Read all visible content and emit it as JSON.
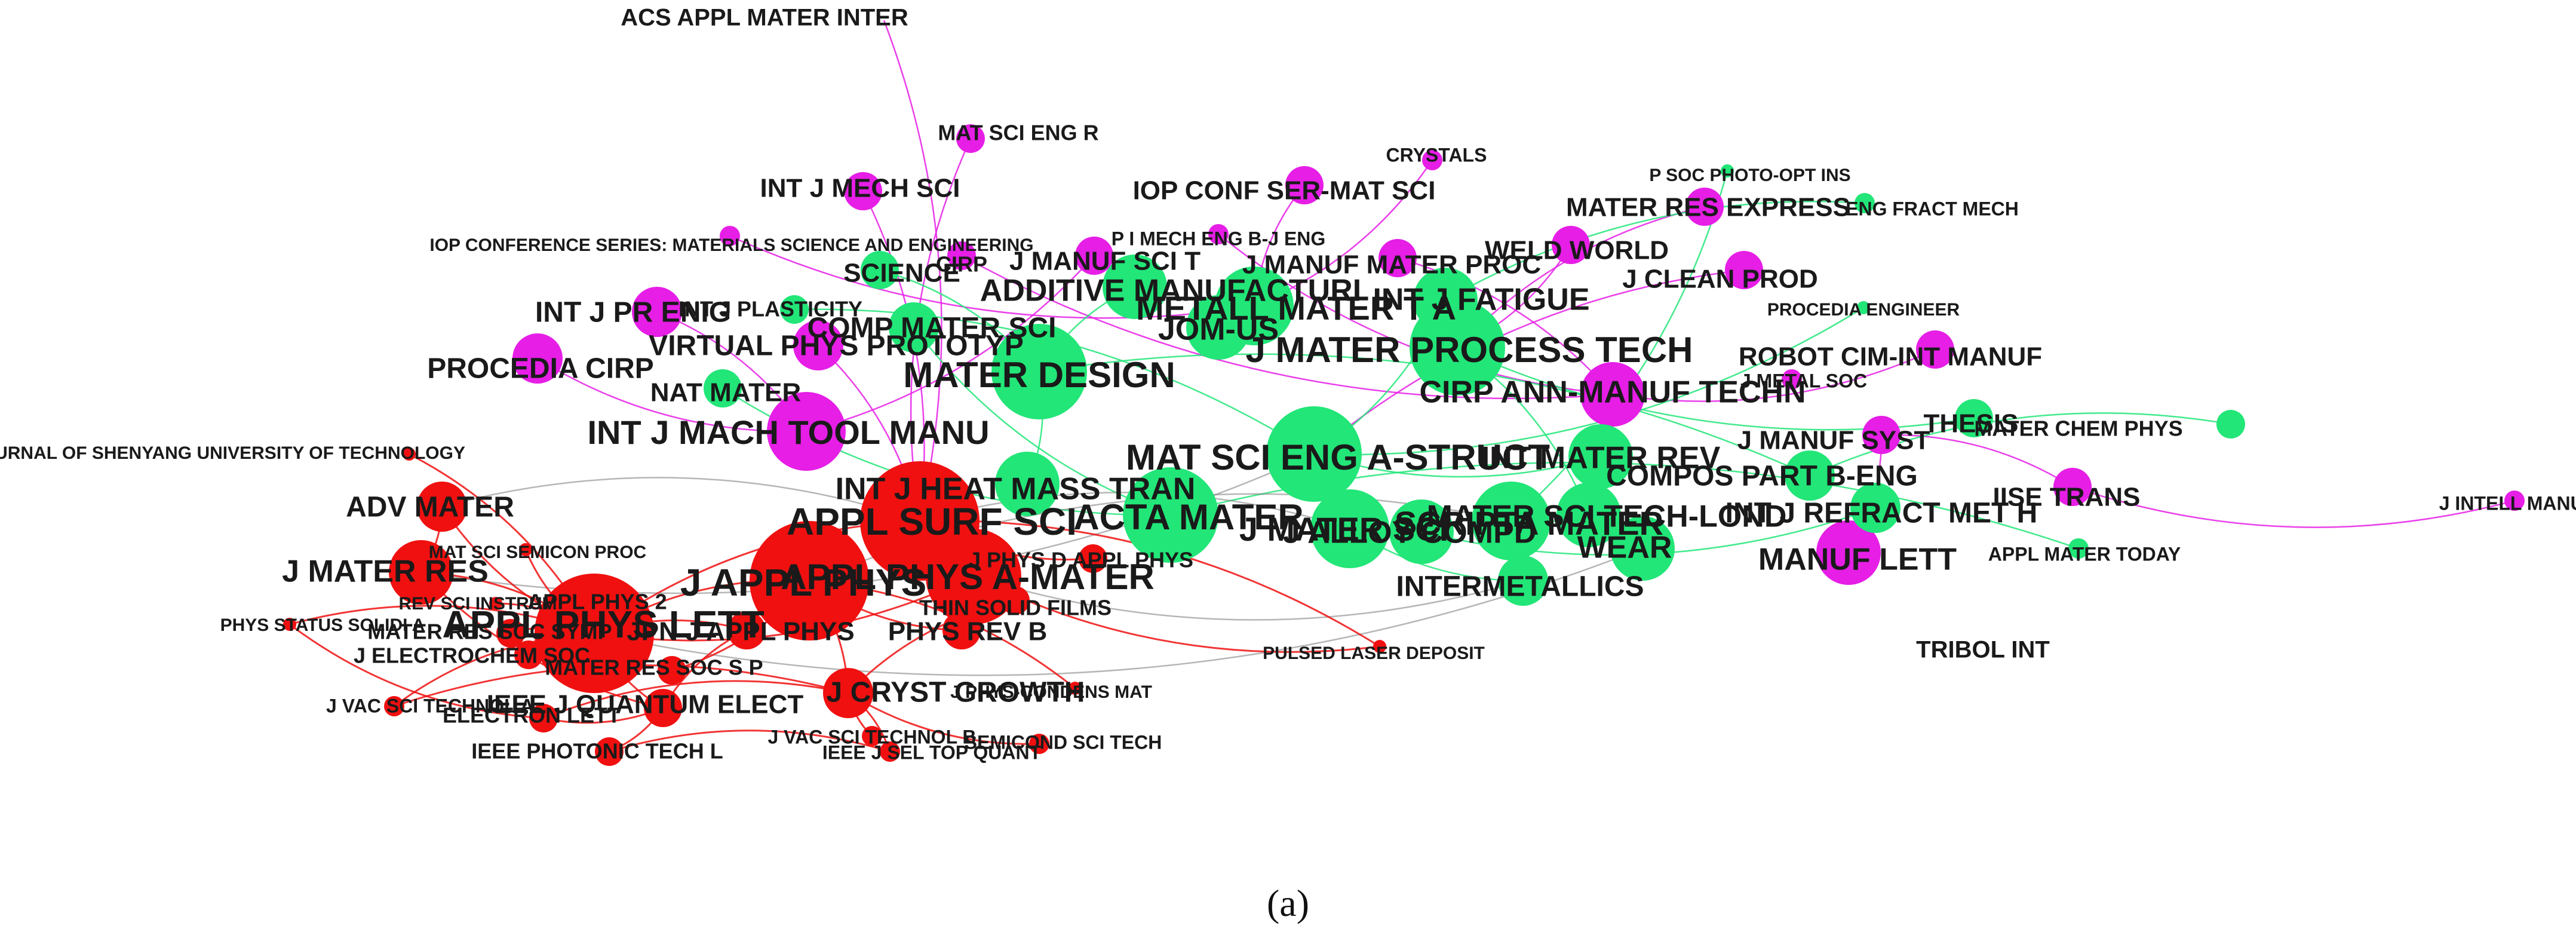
{
  "colors": {
    "red_cluster": "#f01010",
    "green_cluster": "#22e678",
    "magenta_cluster": "#e61ee6",
    "gray_edge": "#7a7a7a",
    "label": "#1a1a1a",
    "background": "#ffffff"
  },
  "caption": "(a)",
  "nodes": [
    {
      "id": "n1",
      "label": "ACS APPL MATER INTER",
      "cluster": "magenta",
      "size": 0
    },
    {
      "id": "n2",
      "label": "MAT SCI ENG R",
      "cluster": "magenta",
      "size": 3
    },
    {
      "id": "n3",
      "label": "CRYSTALS",
      "cluster": "magenta",
      "size": 2
    },
    {
      "id": "n4",
      "label": "INT J MECH SCI",
      "cluster": "magenta",
      "size": 4
    },
    {
      "id": "n5",
      "label": "IOP CONF SER-MAT SCI",
      "cluster": "magenta",
      "size": 4
    },
    {
      "id": "n6",
      "label": "P SOC PHOTO-OPT INS",
      "cluster": "green",
      "size": 1
    },
    {
      "id": "n7",
      "label": "MATER RES EXPRESS",
      "cluster": "magenta",
      "size": 4
    },
    {
      "id": "n8",
      "label": "ENG FRACT MECH",
      "cluster": "green",
      "size": 2
    },
    {
      "id": "n9",
      "label": "IOP CONFERENCE SERIES: MATERIALS SCIENCE AND ENGINEERING",
      "cluster": "magenta",
      "size": 2
    },
    {
      "id": "n10",
      "label": "P I MECH ENG B-J ENG",
      "cluster": "magenta",
      "size": 2
    },
    {
      "id": "n11",
      "label": "WELD WORLD",
      "cluster": "magenta",
      "size": 4
    },
    {
      "id": "n12",
      "label": "J MANUF MATER PROC",
      "cluster": "magenta",
      "size": 4
    },
    {
      "id": "n13",
      "label": "CIRP",
      "cluster": "magenta",
      "size": 3
    },
    {
      "id": "n14",
      "label": "J MANUF SCI T",
      "cluster": "magenta",
      "size": 4
    },
    {
      "id": "n15",
      "label": "SCIENCE",
      "cluster": "green",
      "size": 4
    },
    {
      "id": "n16",
      "label": "J CLEAN PROD",
      "cluster": "magenta",
      "size": 4
    },
    {
      "id": "n17",
      "label": "ADDITIVE MANUFACTURI",
      "cluster": "green",
      "size": 6
    },
    {
      "id": "n18",
      "label": "INT J FATIGUE",
      "cluster": "green",
      "size": 6
    },
    {
      "id": "n19",
      "label": "INT J PR ENIG",
      "cluster": "magenta",
      "size": 5
    },
    {
      "id": "n20",
      "label": "INT J PLASTICITY",
      "cluster": "green",
      "size": 3
    },
    {
      "id": "n21",
      "label": "METALL MATER T A",
      "cluster": "green",
      "size": 7
    },
    {
      "id": "n22",
      "label": "PROCEDIA ENGINEER",
      "cluster": "green",
      "size": 1
    },
    {
      "id": "n23",
      "label": "COMP MATER SCI",
      "cluster": "green",
      "size": 5
    },
    {
      "id": "n24",
      "label": "VIRTUAL PHYS PROTOTYP",
      "cluster": "magenta",
      "size": 5
    },
    {
      "id": "n25",
      "label": "JOM-US",
      "cluster": "green",
      "size": 6
    },
    {
      "id": "n26",
      "label": "ROBOT CIM-INT MANUF",
      "cluster": "magenta",
      "size": 4
    },
    {
      "id": "n27",
      "label": "PROCEDIA CIRP",
      "cluster": "magenta",
      "size": 5
    },
    {
      "id": "n28",
      "label": "NAT MATER",
      "cluster": "green",
      "size": 4
    },
    {
      "id": "n29",
      "label": "MATER DESIGN",
      "cluster": "green",
      "size": 8
    },
    {
      "id": "n30",
      "label": "J MATER PROCESS TECH",
      "cluster": "green",
      "size": 8
    },
    {
      "id": "n31",
      "label": "CIRP ANN-MANUF TECHN",
      "cluster": "magenta",
      "size": 6
    },
    {
      "id": "n32",
      "label": "J METAL SOC",
      "cluster": "magenta",
      "size": 2
    },
    {
      "id": "n33",
      "label": "INT J MACH TOOL MANU",
      "cluster": "magenta",
      "size": 7
    },
    {
      "id": "n34",
      "label": "THESIS",
      "cluster": "green",
      "size": 4
    },
    {
      "id": "n35",
      "label": "MATER CHEM PHYS",
      "cluster": "green",
      "size": 3
    },
    {
      "id": "n36",
      "label": "J MANUF SYST",
      "cluster": "magenta",
      "size": 4
    },
    {
      "id": "n37",
      "label": "INT J HEAT MASS TRAN",
      "cluster": "green",
      "size": 6
    },
    {
      "id": "n38",
      "label": "MAT SCI ENG A-STRUCT",
      "cluster": "green",
      "size": 8
    },
    {
      "id": "n39",
      "label": "INT MATER REV",
      "cluster": "green",
      "size": 6
    },
    {
      "id": "n40",
      "label": "COMPOS PART B-ENG",
      "cluster": "green",
      "size": 5
    },
    {
      "id": "n41",
      "label": "JOURNAL OF SHENYANG UNIVERSITY OF TECHNOLOGY",
      "cluster": "red",
      "size": 1
    },
    {
      "id": "n42",
      "label": "IISE TRANS",
      "cluster": "magenta",
      "size": 4
    },
    {
      "id": "n43",
      "label": "J INTELL MANUF",
      "cluster": "magenta",
      "size": 2
    },
    {
      "id": "n44",
      "label": "ADV MATER",
      "cluster": "red",
      "size": 5
    },
    {
      "id": "n45",
      "label": "INT J REFRACT MET H",
      "cluster": "green",
      "size": 5
    },
    {
      "id": "n46",
      "label": "APPL SURF SCI",
      "cluster": "red",
      "size": 9
    },
    {
      "id": "n47",
      "label": "ACTA MATER",
      "cluster": "green",
      "size": 8
    },
    {
      "id": "n48",
      "label": "J MATER SCI",
      "cluster": "green",
      "size": 7
    },
    {
      "id": "n49",
      "label": "SCRIPTA MATER",
      "cluster": "green",
      "size": 7
    },
    {
      "id": "n50",
      "label": "MATER SCI TECH-LOND",
      "cluster": "green",
      "size": 6
    },
    {
      "id": "n51",
      "label": "J ALLOY COMPD",
      "cluster": "green",
      "size": 6
    },
    {
      "id": "n52",
      "label": "WEAR",
      "cluster": "green",
      "size": 6
    },
    {
      "id": "n53",
      "label": "MANUF LETT",
      "cluster": "magenta",
      "size": 6
    },
    {
      "id": "n54",
      "label": "APPL MATER TODAY",
      "cluster": "green",
      "size": 2
    },
    {
      "id": "n55",
      "label": "J MATER RES",
      "cluster": "red",
      "size": 6
    },
    {
      "id": "n56",
      "label": "J APPL PHYS",
      "cluster": "red",
      "size": 9
    },
    {
      "id": "n57",
      "label": "APPL PHYS A-MATER",
      "cluster": "red",
      "size": 8
    },
    {
      "id": "n58",
      "label": "J PHYS D APPL PHYS",
      "cluster": "red",
      "size": 3
    },
    {
      "id": "n59",
      "label": "INTERMETALLICS",
      "cluster": "green",
      "size": 5
    },
    {
      "id": "n60",
      "label": "APPL PHYS LETT",
      "cluster": "red",
      "size": 9
    },
    {
      "id": "n61",
      "label": "THIN SOLID FILMS",
      "cluster": "red",
      "size": 3
    },
    {
      "id": "n62",
      "label": "JPN J APPL PHYS",
      "cluster": "red",
      "size": 4
    },
    {
      "id": "n63",
      "label": "PHYS REV B",
      "cluster": "red",
      "size": 4
    },
    {
      "id": "n64",
      "label": "APPL PHYS 2",
      "cluster": "red",
      "size": 3
    },
    {
      "id": "n65",
      "label": "MATER RES SOC SYMP",
      "cluster": "red",
      "size": 3
    },
    {
      "id": "n66",
      "label": "PULSED LASER DEPOSIT",
      "cluster": "red",
      "size": 1
    },
    {
      "id": "n67",
      "label": "TRIBOL INT",
      "cluster": "green",
      "size": 0
    },
    {
      "id": "n68",
      "label": "J CRYST GROWTH",
      "cluster": "red",
      "size": 5
    },
    {
      "id": "n69",
      "label": "J ELECTROCHEM SOC",
      "cluster": "red",
      "size": 3
    },
    {
      "id": "n70",
      "label": "MATER RES SOC S P",
      "cluster": "red",
      "size": 3
    },
    {
      "id": "n71",
      "label": "IEEE J QUANTUM ELECT",
      "cluster": "red",
      "size": 4
    },
    {
      "id": "n72",
      "label": "ELECTRON LETT",
      "cluster": "red",
      "size": 3
    },
    {
      "id": "n73",
      "label": "J VAC SCI TECHNOL A",
      "cluster": "red",
      "size": 2
    },
    {
      "id": "n74",
      "label": "IEEE PHOTONIC TECH L",
      "cluster": "red",
      "size": 3
    },
    {
      "id": "n75",
      "label": "J VAC SCI TECHNOL B",
      "cluster": "red",
      "size": 2
    },
    {
      "id": "n76",
      "label": "IEEE J SEL TOP QUANT",
      "cluster": "red",
      "size": 2
    },
    {
      "id": "n77",
      "label": "SEMICOND SCI TECH",
      "cluster": "red",
      "size": 2
    },
    {
      "id": "n78",
      "label": "MAT SCI SEMICON PROC",
      "cluster": "red",
      "size": 1
    },
    {
      "id": "n79",
      "label": "PHYS STATUS SOLIDI A",
      "cluster": "red",
      "size": 1
    },
    {
      "id": "n80",
      "label": "J PHYS-CONDENS MAT",
      "cluster": "red",
      "size": 1
    },
    {
      "id": "n81",
      "label": "REV SCI INSTRUM",
      "cluster": "red",
      "size": 1
    }
  ]
}
